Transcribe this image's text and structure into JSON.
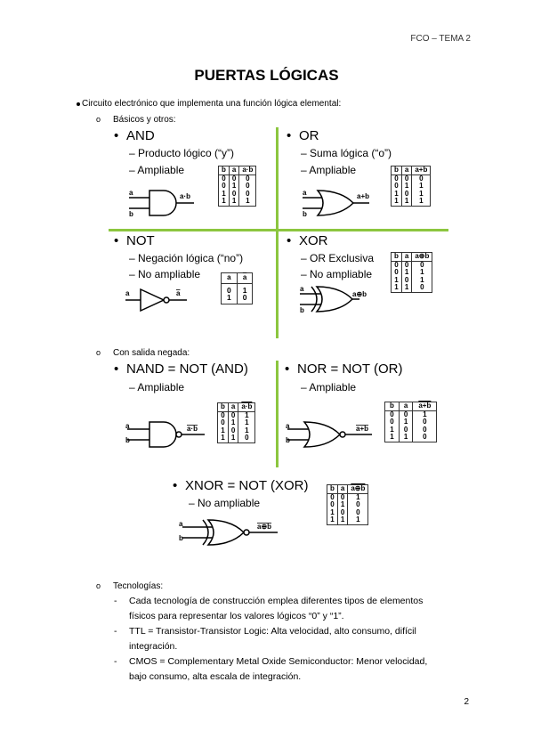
{
  "header": "FCO – TEMA 2",
  "title": "PUERTAS LÓGICAS",
  "intro": "Circuito electrónico que implementa una función lógica elemental:",
  "basicos_label": "Básicos y otros:",
  "and": {
    "title": "AND",
    "line1": "– Producto lógico (“y”)",
    "line2": "– Ampliable",
    "out_label": "a·b",
    "table": {
      "headers": [
        "b",
        "a",
        "a·b"
      ],
      "rows": [
        [
          "0",
          "0",
          "0"
        ],
        [
          "0",
          "1",
          "0"
        ],
        [
          "1",
          "0",
          "0"
        ],
        [
          "1",
          "1",
          "1"
        ]
      ]
    }
  },
  "or": {
    "title": "OR",
    "line1": "– Suma lógica (“o”)",
    "line2": "– Ampliable",
    "out_label": "a+b",
    "table": {
      "headers": [
        "b",
        "a",
        "a+b"
      ],
      "rows": [
        [
          "0",
          "0",
          "0"
        ],
        [
          "0",
          "1",
          "1"
        ],
        [
          "1",
          "0",
          "1"
        ],
        [
          "1",
          "1",
          "1"
        ]
      ]
    }
  },
  "not": {
    "title": "NOT",
    "line1": "– Negación lógica (“no”)",
    "line2": "– No ampliable",
    "out_label": "a",
    "table": {
      "headers": [
        "a",
        "a"
      ],
      "rows": [
        [
          "0",
          "1"
        ],
        [
          "1",
          "0"
        ]
      ]
    }
  },
  "xor": {
    "title": "XOR",
    "line1": "– OR Exclusiva",
    "line2": "– No ampliable",
    "out_label": "a⊕b",
    "table": {
      "headers": [
        "b",
        "a",
        "a⊕b"
      ],
      "rows": [
        [
          "0",
          "0",
          "0"
        ],
        [
          "0",
          "1",
          "1"
        ],
        [
          "1",
          "0",
          "1"
        ],
        [
          "1",
          "1",
          "0"
        ]
      ]
    }
  },
  "negada_label": "Con salida negada:",
  "nand": {
    "title": "NAND = NOT (AND)",
    "line1": "– Ampliable",
    "out_label": "a·b",
    "table": {
      "headers": [
        "b",
        "a",
        "a·b"
      ],
      "rows": [
        [
          "0",
          "0",
          "1"
        ],
        [
          "0",
          "1",
          "1"
        ],
        [
          "1",
          "0",
          "1"
        ],
        [
          "1",
          "1",
          "0"
        ]
      ]
    }
  },
  "nor": {
    "title": "NOR = NOT (OR)",
    "line1": "– Ampliable",
    "out_label": "a+b",
    "table": {
      "headers": [
        "b",
        "a",
        "a+b"
      ],
      "rows": [
        [
          "0",
          "0",
          "1"
        ],
        [
          "0",
          "1",
          "0"
        ],
        [
          "1",
          "0",
          "0"
        ],
        [
          "1",
          "1",
          "0"
        ]
      ]
    }
  },
  "xnor": {
    "title": "XNOR = NOT (XOR)",
    "line1": "– No ampliable",
    "out_label": "a⊕b",
    "table": {
      "headers": [
        "b",
        "a",
        "a⊕b"
      ],
      "rows": [
        [
          "0",
          "0",
          "1"
        ],
        [
          "0",
          "1",
          "0"
        ],
        [
          "1",
          "0",
          "0"
        ],
        [
          "1",
          "1",
          "1"
        ]
      ]
    }
  },
  "in_a": "a",
  "in_b": "b",
  "tecnologias_label": "Tecnologías:",
  "tech": [
    "Cada tecnología de construcción emplea diferentes tipos de elementos",
    "físicos para representar los valores lógicos “0” y “1”.",
    "TTL = Transistor-Transistor Logic: Alta velocidad, alto consumo, difícil",
    "integración.",
    "CMOS = Complementary Metal Oxide Semiconductor: Menor velocidad,",
    "bajo consumo, alta escala de integración."
  ],
  "page_number": "2",
  "accent_color": "#8cc63f"
}
